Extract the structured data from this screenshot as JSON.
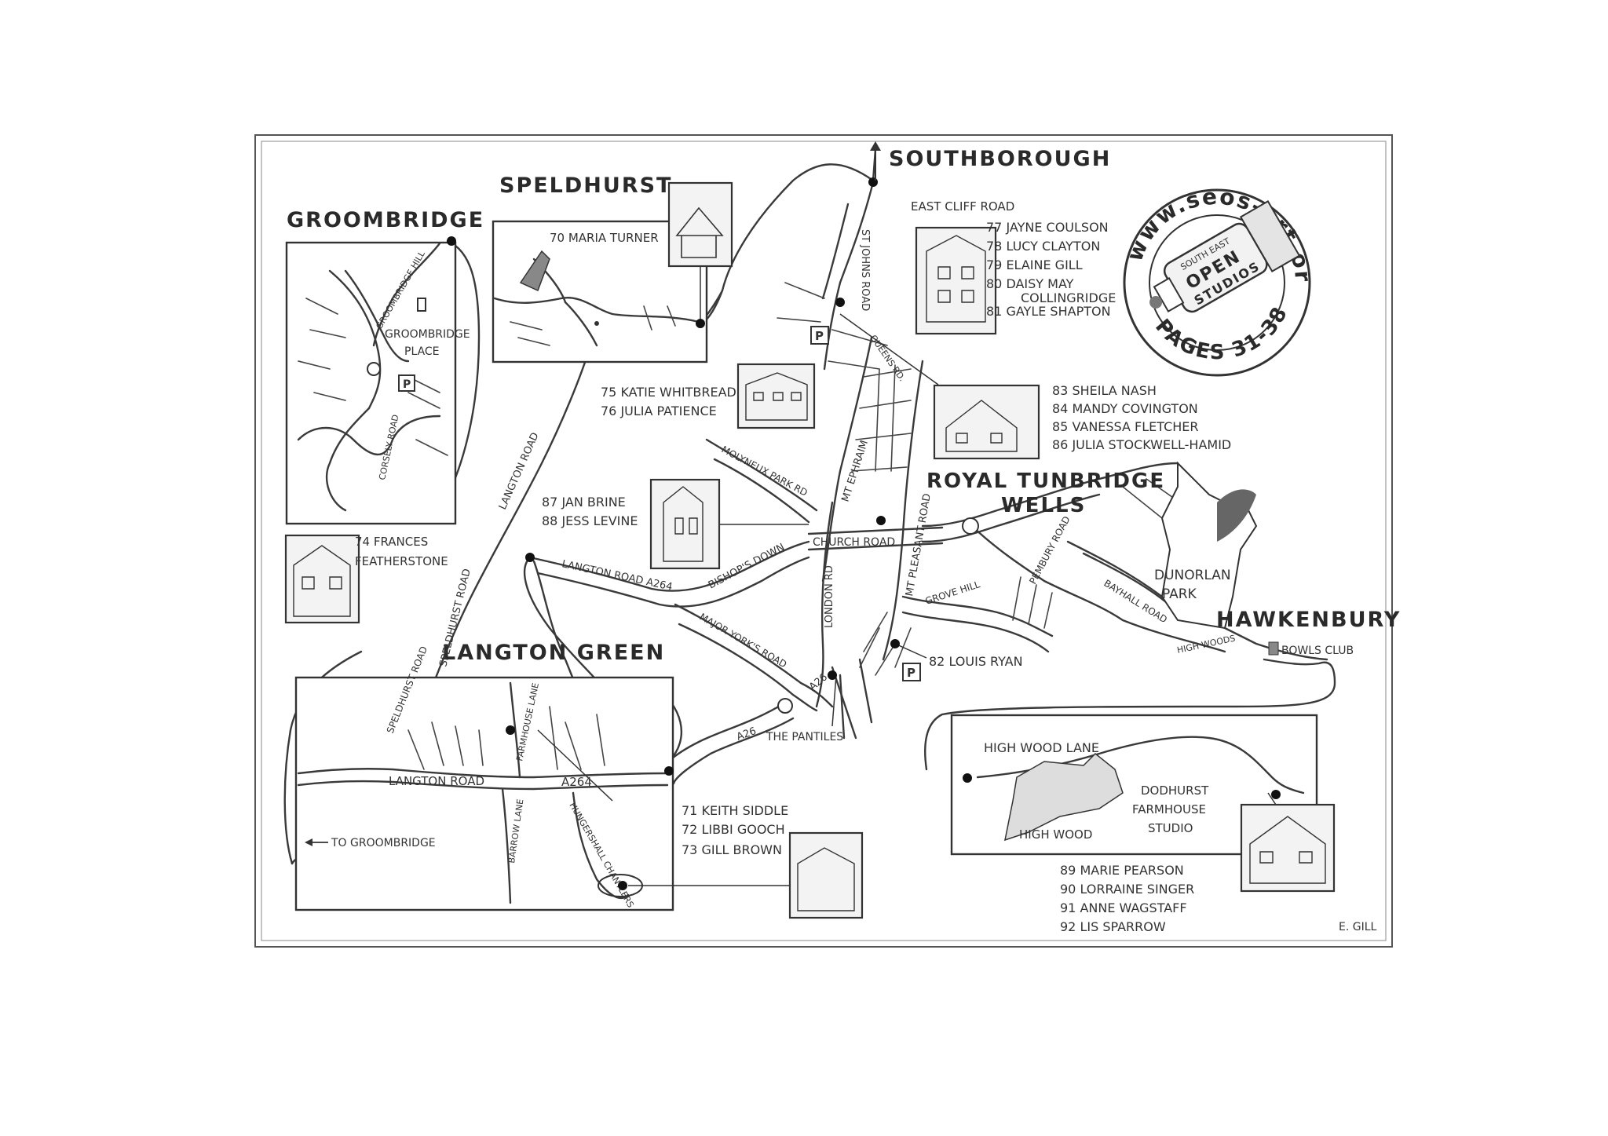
{
  "places": {
    "southborough": "SOUTHBOROUGH",
    "speldhurst": "SPELDHURST",
    "groombridge": "GROOMBRIDGE",
    "langton_green": "LANGTON GREEN",
    "royal_tunbridge_wells_1": "ROYAL TUNBRIDGE",
    "royal_tunbridge_wells_2": "WELLS",
    "hawkenbury": "HAWKENBURY"
  },
  "roads": {
    "east_cliff_road": "EAST CLIFF ROAD",
    "st_johns_road": "ST JOHNS ROAD",
    "queens_rd": "QUEENS RD.",
    "groombridge_hill": "GROOMBRIDGE HILL",
    "corsely_road": "CORSELY ROAD",
    "langton_road_north": "LANGTON ROAD",
    "speldhurst_road": "SPELDHURST ROAD",
    "molyneux_park_rd": "MOLYNEUX PARK RD",
    "mt_ephraim": "MT EPHRAIM",
    "mt_pleasant_road_1": "MT PLEASANT ROAD",
    "church_road": "CHURCH ROAD",
    "london_rd": "LONDON RD",
    "bishops_down": "BISHOP'S DOWN",
    "langton_road_a264": "LANGTON ROAD A264",
    "major_yorks_road": "MAJOR YORK'S ROAD",
    "a26_north": "A26",
    "a26_south": "A26",
    "grove_hill": "GROVE HILL",
    "pembury_road": "PEMBURY ROAD",
    "bayhall_road": "BAYHALL ROAD",
    "high_woods": "HIGH WOODS",
    "langton_road_lg": "LANGTON ROAD",
    "a264_lg": "A264",
    "farmhouse_lane": "FARMHOUSE LANE",
    "barrow_lane": "BARROW LANE",
    "hunger_shapters": "HUNGERSHALL CHANTLERS",
    "high_wood_lane": "HIGH WOOD LANE"
  },
  "landmarks": {
    "groombridge_place_1": "GROOMBRIDGE",
    "groombridge_place_2": "PLACE",
    "dunorlan_1": "DUNORLAN",
    "dunorlan_2": "PARK",
    "bowls_club": "BOWLS CLUB",
    "the_pantiles": "THE PANTILES",
    "to_groombridge": "TO GROOMBRIDGE",
    "high_wood": "HIGH WOOD",
    "dodhurst_1": "DODHURST",
    "dodhurst_2": "FARMHOUSE",
    "dodhurst_3": "STUDIO",
    "parking": "P"
  },
  "artists": {
    "a70": "70 MARIA TURNER",
    "a74_1": "74 FRANCES",
    "a74_2": "FEATHERSTONE",
    "a75": "75 KATIE WHITBREAD",
    "a76": "76 JULIA PATIENCE",
    "a77": "77 JAYNE COULSON",
    "a78": "78 LUCY CLAYTON",
    "a79": "79 ELAINE GILL",
    "a80_1": "80 DAISY MAY",
    "a80_2": "COLLINGRIDGE",
    "a81": "81 GAYLE SHAPTON",
    "a82": "82 LOUIS RYAN",
    "a83": "83 SHEILA NASH",
    "a84": "84 MANDY COVINGTON",
    "a85": "85 VANESSA FLETCHER",
    "a86": "86 JULIA STOCKWELL-HAMID",
    "a87": "87 JAN BRINE",
    "a88": "88 JESS LEVINE",
    "a71": "71 KEITH SIDDLE",
    "a72": "72 LIBBI GOOCH",
    "a73": "73 GILL BROWN",
    "a89": "89 MARIE PEARSON",
    "a90": "90 LORRAINE SINGER",
    "a91": "91 ANNE WAGSTAFF",
    "a92": "92 LIS SPARROW"
  },
  "badge": {
    "url": "www.seos-art.org",
    "line1": "SOUTH EAST",
    "line2": "OPEN",
    "line3": "STUDIOS",
    "pages": "PAGES 31-38"
  },
  "signature": "E. GILL"
}
